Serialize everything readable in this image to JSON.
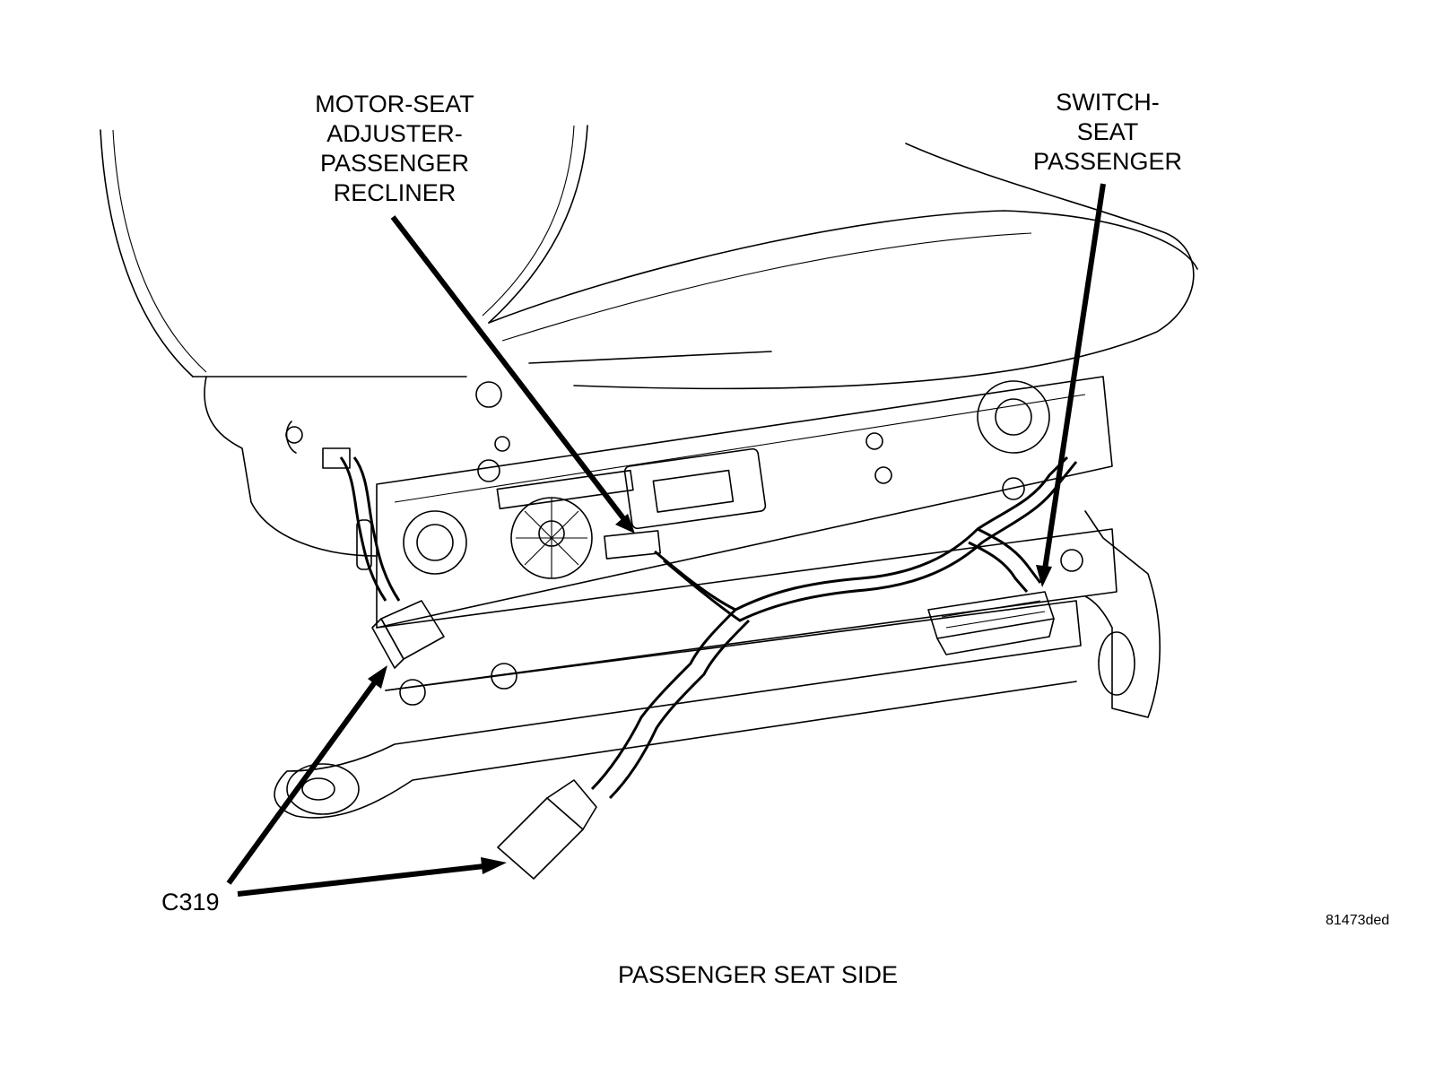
{
  "figure": {
    "title": "PASSENGER SEAT SIDE",
    "figure_id": "81473ded",
    "callouts": {
      "motor": {
        "lines": [
          "MOTOR-SEAT",
          "ADJUSTER-",
          "PASSENGER",
          "RECLINER"
        ]
      },
      "switch": {
        "lines": [
          "SWITCH-",
          "SEAT",
          "PASSENGER"
        ]
      },
      "connector": {
        "text": "C319"
      }
    },
    "components": [
      "seat-back",
      "seat-cushion",
      "seat-frame",
      "recliner-motor",
      "seat-switch-connector",
      "wire-harness",
      "c319-connector-upper",
      "c319-connector-lower"
    ]
  }
}
